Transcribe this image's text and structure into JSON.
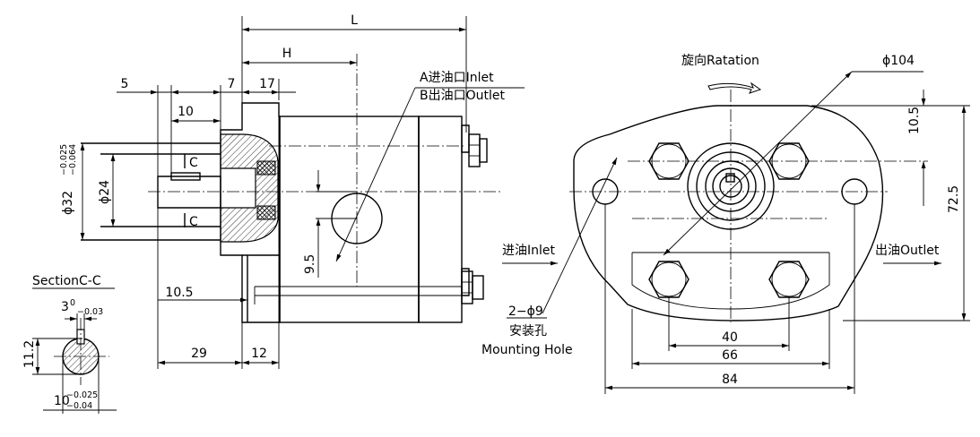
{
  "side_view": {
    "dim_L": "L",
    "dim_H": "H",
    "dim_5": "5",
    "dim_7": "7",
    "dim_17": "17",
    "dim_10": "10",
    "section_mark_c_top": "C",
    "section_mark_c_bottom": "C",
    "dim_shaft_dia": "ϕ32",
    "dim_shaft_tol_upper": "−0.025",
    "dim_shaft_tol_lower": "−0.064",
    "dim_pilot_dia": "ϕ24",
    "dim_9_5": "9.5",
    "dim_10_5": "10.5",
    "dim_29": "29",
    "dim_12": "12",
    "port_a_label": "A进油口Inlet",
    "port_b_label": "B出油口Outlet"
  },
  "section_view": {
    "title": "SectionC-C",
    "key_width": "3",
    "key_tol_upper": "0",
    "key_tol_lower": "−0.03",
    "height_dim": "11.2",
    "keyway_dim": "10",
    "keyway_tol_upper": "−0.025",
    "keyway_tol_lower": "−0.04"
  },
  "front_view": {
    "rotation_label": "旋向Ratation",
    "dia_104": "ϕ104",
    "dim_10_5": "10.5",
    "dim_72_5": "72.5",
    "inlet_label": "进油Inlet",
    "outlet_label": "出油Outlet",
    "mounting_holes": "2−ϕ9",
    "mounting_hole_cn": "安装孔",
    "mounting_hole_en": "Mounting Hole",
    "dim_40": "40",
    "dim_66": "66",
    "dim_84": "84"
  },
  "icons": {
    "rotation_arrow": "curved-arrow-icon"
  }
}
